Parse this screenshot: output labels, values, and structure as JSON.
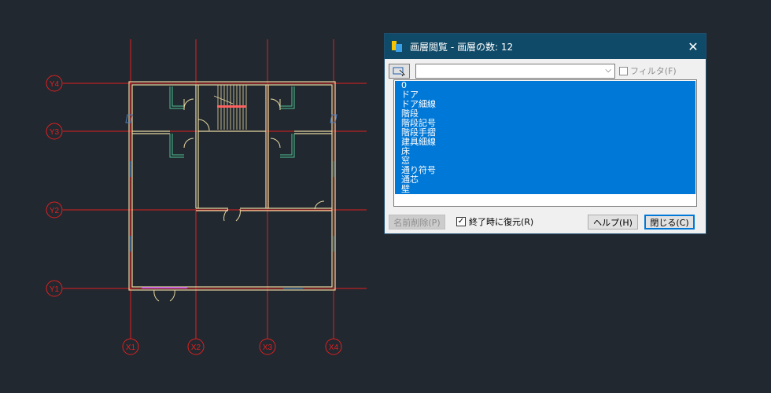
{
  "colors": {
    "background": "#212830",
    "grid": "#e02020",
    "wall": "#e8d8a0",
    "fixture": "#50c090"
  },
  "drawing": {
    "axes_y": [
      "Y4",
      "Y3",
      "Y2",
      "Y1"
    ],
    "axes_x": [
      "X1",
      "X2",
      "X3",
      "X4"
    ]
  },
  "dialog": {
    "title": "画層閲覧 - 画層の数: 12",
    "close_icon": "close-icon",
    "toolbar": {
      "select_icon": "layer-pick-icon",
      "combo_value": "",
      "filter_label": "フィルタ(F)",
      "filter_checked": false
    },
    "layers": [
      "0",
      "ドア",
      "ドア細線",
      "階段",
      "階段記号",
      "階段手摺",
      "建具細線",
      "床",
      "窓",
      "通り符号",
      "通芯",
      "壁"
    ],
    "buttons": {
      "delete_name": "名前削除(P)",
      "help": "ヘルプ(H)",
      "close": "閉じる(C)"
    },
    "restore_label": "終了時に復元(R)",
    "restore_checked": true
  }
}
